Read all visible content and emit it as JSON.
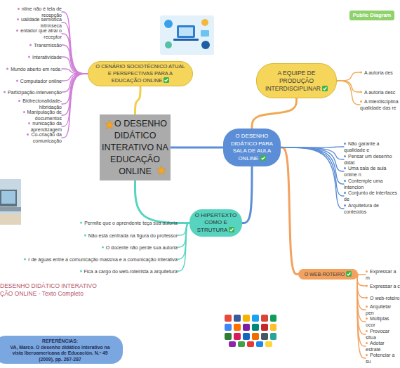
{
  "diagram": {
    "nodes": [
      {
        "text": [
          "Public Diagram"
        ]
      },
      {
        "text": [
          "O DESENHO DIDÁTICO INTERATIVO NA EDUCAÇÃO ONLINE"
        ]
      },
      {
        "text": [
          "O CENÁRIO SOCIOTÉCNICO ATUAL E PERSPECTIVAS PARA A EDUCAÇÃO ONLINE"
        ]
      },
      {
        "text": [
          "nline não é tela de recepção"
        ]
      },
      {
        "text": [
          "ualidade semiótica intrínseca"
        ]
      },
      {
        "text": [
          "entador que atrai o receptor"
        ]
      },
      {
        "text": [
          "Transmissão"
        ]
      },
      {
        "text": [
          "Interatividade"
        ]
      },
      {
        "text": [
          "Mundo aberto em rede."
        ]
      },
      {
        "text": [
          "Computador online"
        ]
      },
      {
        "text": [
          "Participação-intervenção"
        ]
      },
      {
        "text": [
          "Bidirecionalidade-hibridação"
        ]
      },
      {
        "text": [
          "Manipulação de documentos"
        ]
      },
      {
        "text": [
          "nunicação da aprendizagem"
        ]
      },
      {
        "text": [
          "Co-criação da comunicação"
        ]
      },
      {
        "text": [
          "A EQUIPE DE PRODUÇÃO INTERDISCIPLINAR"
        ]
      },
      {
        "text": [
          "A autoria des"
        ]
      },
      {
        "text": [
          "A autoria desc"
        ]
      },
      {
        "text": [
          "A interdisciplina qualidade das re"
        ]
      },
      {
        "text": [
          "O DESENHO DIDÁTICO PARA SALA DE AULA ONLINE"
        ]
      },
      {
        "text": [
          "Não garante a qualidade e"
        ]
      },
      {
        "text": [
          "Pensar um desenho didát"
        ]
      },
      {
        "text": [
          "Uma sala de aula online n"
        ]
      },
      {
        "text": [
          "Contemple uma intencion"
        ]
      },
      {
        "text": [
          "Conjunto de interfaces de"
        ]
      },
      {
        "text": [
          "Arquitetura de conteúdos"
        ]
      },
      {
        "text": [
          "O HIPERTEXTO COMO E STRUTURA"
        ]
      },
      {
        "text": [
          "Permite que o aprendente teça sua autoria"
        ]
      },
      {
        "text": [
          "Não está centrada na figura do professor"
        ]
      },
      {
        "text": [
          "O docente não perde sua autoria"
        ]
      },
      {
        "text": [
          "r de águas entre a comunicação massiva e a comunicação interativa"
        ]
      },
      {
        "text": [
          "Fica a cargo do web-roteirista a arquitetura"
        ]
      },
      {
        "text": [
          "O WEB-ROTEIRO"
        ]
      },
      {
        "text": [
          "Expressar a m"
        ]
      },
      {
        "text": [
          "Expressar a c"
        ]
      },
      {
        "text": [
          "O web-roteiro"
        ]
      },
      {
        "text": [
          "Arquitetar pen"
        ]
      },
      {
        "text": [
          "Múltiplas ocor"
        ]
      },
      {
        "text": [
          "Provocar situa"
        ]
      },
      {
        "text": [
          "Adotar estraté"
        ]
      },
      {
        "text": [
          "Potenciar a su"
        ]
      },
      {
        "text": [
          "REFERÊNCIAS:",
          "VA, Marco. O desenho didático interativo na vista Iberoamericana de Educación. N.º 49 (2009), pp. 267-287"
        ]
      }
    ],
    "edges": [
      {
        "from": 1,
        "to": 2,
        "arrow": "none"
      },
      {
        "from": 1,
        "to": 19,
        "arrow": "none"
      },
      {
        "from": 1,
        "to": 26,
        "arrow": "none"
      },
      {
        "from": 19,
        "to": 15,
        "arrow": "none"
      },
      {
        "from": 19,
        "to": 26,
        "arrow": "none"
      },
      {
        "from": 19,
        "to": 32,
        "arrow": "none"
      },
      {
        "from": 2,
        "to": 3,
        "arrow": "none"
      },
      {
        "from": 2,
        "to": 4,
        "arrow": "none"
      },
      {
        "from": 2,
        "to": 5,
        "arrow": "none"
      },
      {
        "from": 2,
        "to": 6,
        "arrow": "none"
      },
      {
        "from": 2,
        "to": 7,
        "arrow": "none"
      },
      {
        "from": 2,
        "to": 8,
        "arrow": "none"
      },
      {
        "from": 2,
        "to": 9,
        "arrow": "none"
      },
      {
        "from": 2,
        "to": 10,
        "arrow": "none"
      },
      {
        "from": 2,
        "to": 11,
        "arrow": "none"
      },
      {
        "from": 2,
        "to": 12,
        "arrow": "none"
      },
      {
        "from": 2,
        "to": 13,
        "arrow": "none"
      },
      {
        "from": 2,
        "to": 14,
        "arrow": "none"
      },
      {
        "from": 15,
        "to": 16,
        "arrow": "none"
      },
      {
        "from": 15,
        "to": 17,
        "arrow": "none"
      },
      {
        "from": 15,
        "to": 18,
        "arrow": "none"
      },
      {
        "from": 19,
        "to": 20,
        "arrow": "none"
      },
      {
        "from": 19,
        "to": 21,
        "arrow": "none"
      },
      {
        "from": 19,
        "to": 22,
        "arrow": "none"
      },
      {
        "from": 19,
        "to": 23,
        "arrow": "none"
      },
      {
        "from": 19,
        "to": 24,
        "arrow": "none"
      },
      {
        "from": 19,
        "to": 25,
        "arrow": "none"
      },
      {
        "from": 26,
        "to": 27,
        "arrow": "none"
      },
      {
        "from": 26,
        "to": 28,
        "arrow": "none"
      },
      {
        "from": 26,
        "to": 29,
        "arrow": "none"
      },
      {
        "from": 26,
        "to": 30,
        "arrow": "none"
      },
      {
        "from": 26,
        "to": 31,
        "arrow": "none"
      },
      {
        "from": 32,
        "to": 33,
        "arrow": "none"
      },
      {
        "from": 32,
        "to": 34,
        "arrow": "none"
      },
      {
        "from": 32,
        "to": 35,
        "arrow": "none"
      },
      {
        "from": 32,
        "to": 36,
        "arrow": "none"
      },
      {
        "from": 32,
        "to": 37,
        "arrow": "none"
      },
      {
        "from": 32,
        "to": 38,
        "arrow": "none"
      },
      {
        "from": 32,
        "to": 39,
        "arrow": "none"
      },
      {
        "from": 32,
        "to": 40,
        "arrow": "none"
      }
    ],
    "labels": [
      "DESENHO DIDÁTICO INTERATIVO ÇÃO ONLINE - Texto Completo"
    ]
  }
}
